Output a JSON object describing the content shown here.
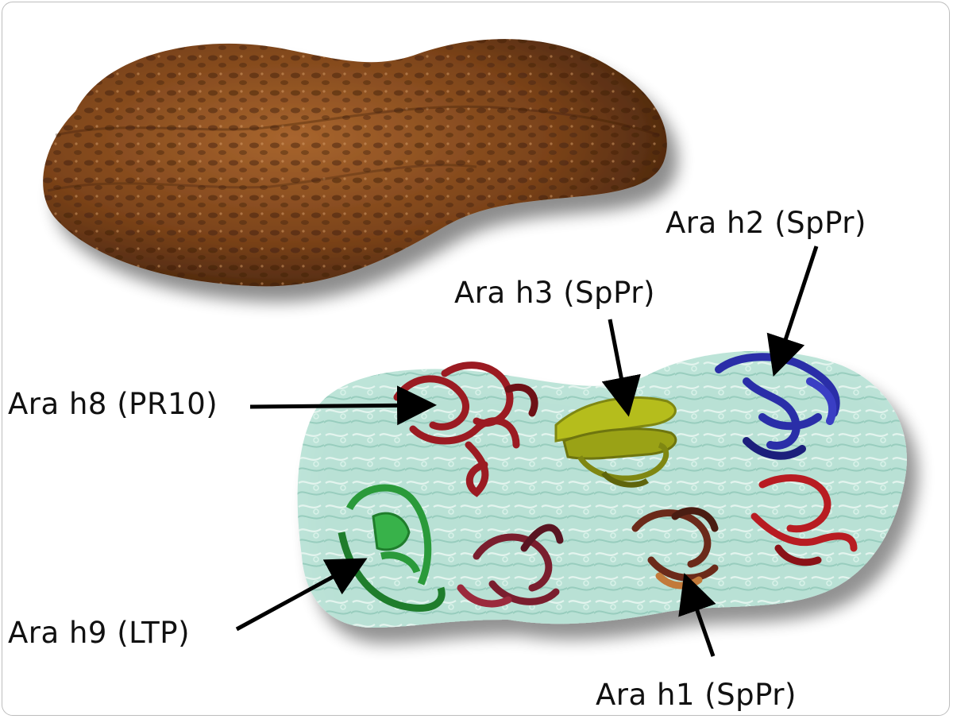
{
  "labels": {
    "ara_h2": "Ara h2 (SpPr)",
    "ara_h3": "Ara h3 (SpPr)",
    "ara_h8": "Ara h8 (PR10)",
    "ara_h9": "Ara h9 (LTP)",
    "ara_h1": "Ara h1 (SpPr)"
  },
  "colors": {
    "peanut_shell": "#8a4d22",
    "protein_surface": "#b9e3d6",
    "ara_h8": "#9b1b22",
    "ara_h3": "#a9b018",
    "ara_h2": "#2a2ea8",
    "ara_h9": "#2a9a3a",
    "ara_h1": "#6b2a1a",
    "arrow": "#000000"
  }
}
